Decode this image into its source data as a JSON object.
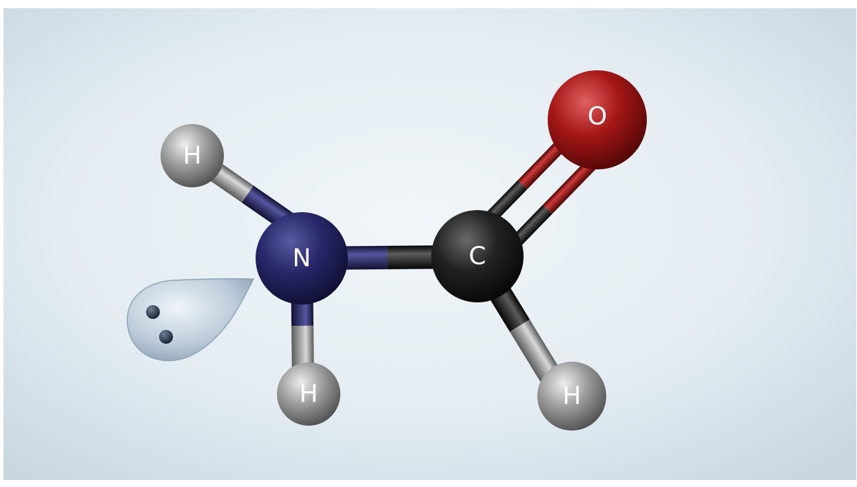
{
  "atoms": [
    {
      "id": "h1",
      "element": "H",
      "label": "H"
    },
    {
      "id": "n",
      "element": "N",
      "label": "N"
    },
    {
      "id": "h2",
      "element": "H",
      "label": "H"
    },
    {
      "id": "c",
      "element": "C",
      "label": "C"
    },
    {
      "id": "o",
      "element": "O",
      "label": "O"
    },
    {
      "id": "h3",
      "element": "H",
      "label": "H"
    }
  ],
  "bonds": [
    {
      "from": "h1",
      "to": "n",
      "order": 1
    },
    {
      "from": "n",
      "to": "h2",
      "order": 1
    },
    {
      "from": "n",
      "to": "c",
      "order": 1
    },
    {
      "from": "c",
      "to": "o",
      "order": 2
    },
    {
      "from": "c",
      "to": "h3",
      "order": 1
    }
  ],
  "lone_pair": {
    "atom": "n",
    "electrons": 2
  },
  "colors": {
    "hydrogen": "#9a9a9a",
    "nitrogen": "#23235f",
    "carbon": "#1b1b1b",
    "oxygen": "#a01414",
    "lone_pair": "#b9c8d6",
    "background": "#e6eef4"
  }
}
